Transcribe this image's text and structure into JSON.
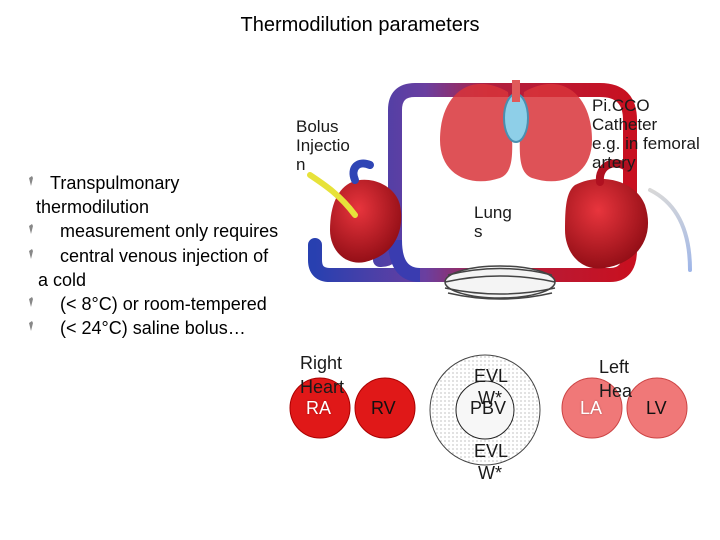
{
  "title": "Thermodilution parameters",
  "bullets": [
    "Transpulmonary",
    "thermodilution",
    "measurement only requires",
    "central venous injection of",
    "a cold",
    "(< 8°C) or room-tempered",
    "(< 24°C) saline bolus…"
  ],
  "labels": {
    "bolus_injection": [
      "Bolus",
      "Injectio",
      "n"
    ],
    "picco": [
      "Pi.CCO",
      "Catheter",
      "e.g. in femoral",
      "artery"
    ],
    "lungs": [
      "Lung",
      "s"
    ],
    "right_heart": [
      "Right",
      "Heart"
    ],
    "left_heart": [
      "Left",
      "Hea"
    ],
    "evlw_top": [
      "EVL",
      "W*"
    ],
    "evlw_bottom": [
      "EVL",
      "W*"
    ]
  },
  "chambers": {
    "ra": "RA",
    "rv": "RV",
    "pbv": "PBV",
    "la": "LA",
    "lv": "LV"
  },
  "colors": {
    "right_chamber": "#e01818",
    "left_chamber": "#f07878",
    "venous": "#2d3ea8",
    "arterial": "#c01020",
    "heart": "#c1121e"
  }
}
